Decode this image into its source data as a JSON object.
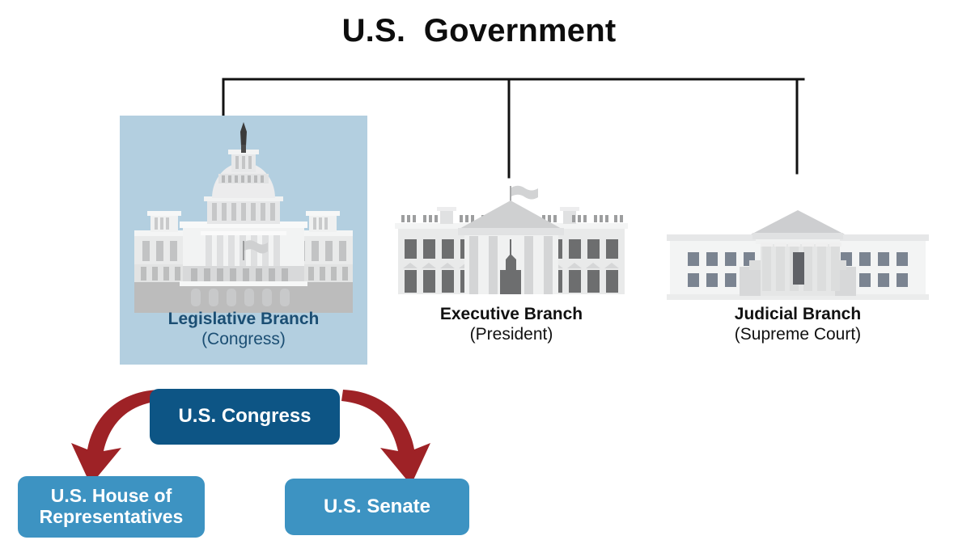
{
  "title": "U.S.  Government",
  "colors": {
    "highlight_panel": "#b3cfe0",
    "highlight_text": "#1b4e73",
    "congress_box": "#0d5585",
    "chamber_box": "#3d93c2",
    "arrow": "#9e2226",
    "connector_line": "#111111",
    "title_text": "#0d0d0d",
    "branch_text": "#111111"
  },
  "branches": [
    {
      "id": "legislative",
      "icon": "capitol-building-icon",
      "name": "Legislative Branch",
      "subtitle": "(Congress)",
      "highlighted": true
    },
    {
      "id": "executive",
      "icon": "white-house-icon",
      "name": "Executive Branch",
      "subtitle": "(President)",
      "highlighted": false
    },
    {
      "id": "judicial",
      "icon": "supreme-court-building-icon",
      "name": "Judicial Branch",
      "subtitle": "(Supreme Court)",
      "highlighted": false
    }
  ],
  "congress": {
    "label": "U.S. Congress",
    "chambers": [
      {
        "id": "house",
        "label": "U.S. House of\nRepresentatives"
      },
      {
        "id": "senate",
        "label": "U.S. Senate"
      }
    ]
  }
}
